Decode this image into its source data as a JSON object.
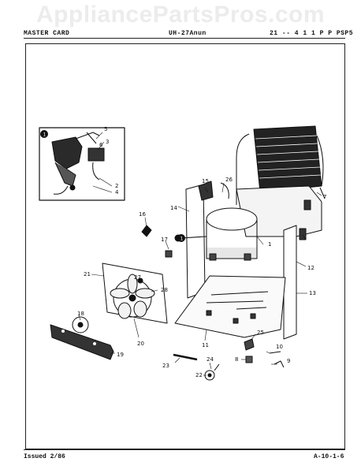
{
  "watermark": "AppliancePartsPros.com",
  "header": {
    "left": "MASTER CARD",
    "middle": "UH-27Anun",
    "right": "21 -- 4 1 1 P P PSP5"
  },
  "footer": {
    "issued": "Issued 2/86",
    "page_code": "A-10-1-6"
  },
  "callouts": [
    "1",
    "2",
    "3",
    "4",
    "5",
    "6",
    "7",
    "8",
    "9",
    "10",
    "11",
    "12",
    "13",
    "14",
    "15",
    "16",
    "17",
    "18",
    "19",
    "20",
    "21",
    "22",
    "23",
    "24",
    "25",
    "26",
    "27",
    "28"
  ],
  "inset_marker": "1"
}
